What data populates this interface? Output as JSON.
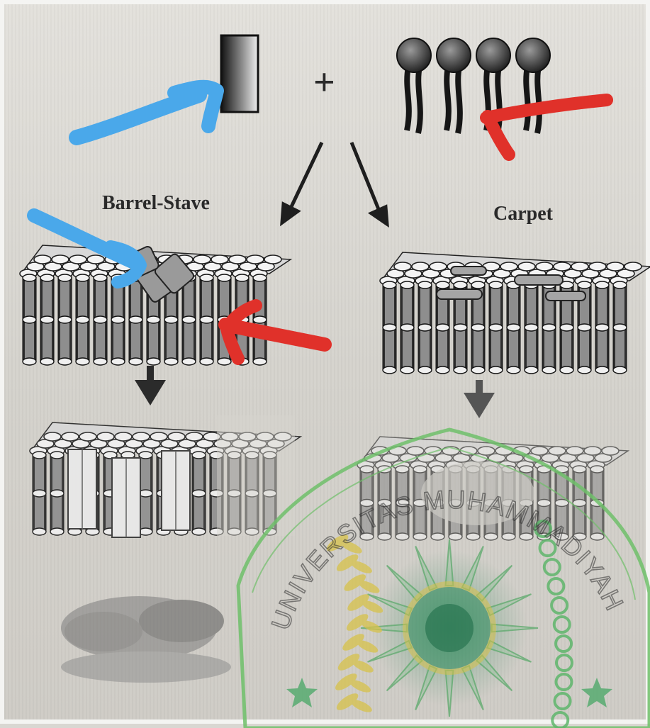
{
  "diagram": {
    "plus_sign": "+",
    "label_left": "Barrel-Stave",
    "label_right": "Carpet"
  },
  "watermark": {
    "text": "UNIVERSITAS MUHAMMADIYAH",
    "color": "#6fbf6a",
    "gold": "#d7c24a"
  },
  "annotations": {
    "blue": "#4aa8ea",
    "red": "#e0312a"
  }
}
